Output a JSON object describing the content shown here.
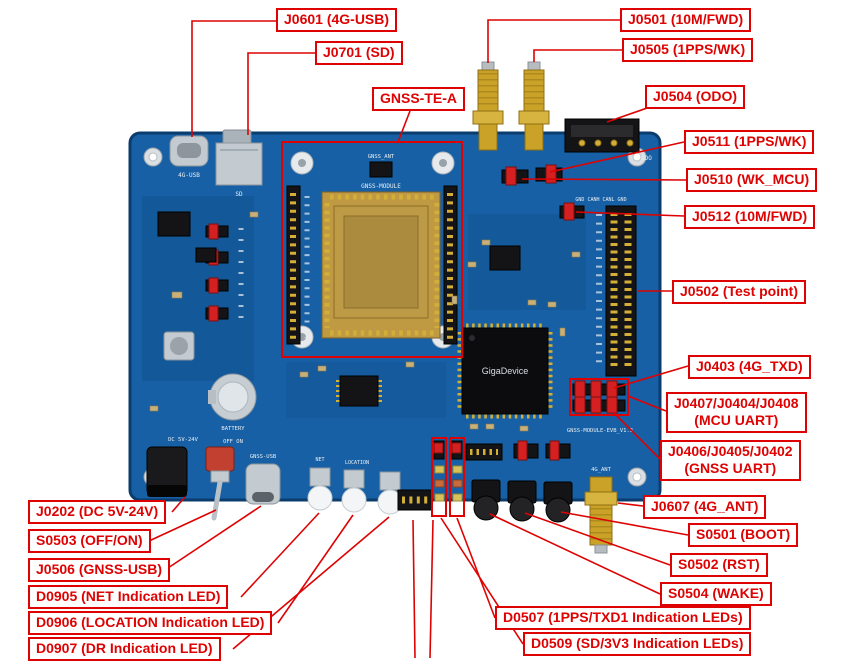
{
  "colors": {
    "accent-red": "#de0202",
    "pcb-blue": "#1760a5",
    "gold": "#c9a227",
    "silver": "#c3cbd1"
  },
  "labels": [
    {
      "id": "J0601",
      "text": "J0601 (4G-USB)"
    },
    {
      "id": "J0701",
      "text": "J0701 (SD)"
    },
    {
      "id": "GNSS-TE-A",
      "text": "GNSS-TE-A"
    },
    {
      "id": "J0501",
      "text": "J0501 (10M/FWD)"
    },
    {
      "id": "J0505",
      "text": "J0505 (1PPS/WK)"
    },
    {
      "id": "J0504",
      "text": "J0504 (ODO)"
    },
    {
      "id": "J0511",
      "text": "J0511 (1PPS/WK)"
    },
    {
      "id": "J0510",
      "text": "J0510 (WK_MCU)"
    },
    {
      "id": "J0512",
      "text": "J0512 (10M/FWD)"
    },
    {
      "id": "J0502",
      "text": "J0502 (Test point)"
    },
    {
      "id": "J0403",
      "text": "J0403 (4G_TXD)"
    },
    {
      "id": "J0407/J0404/J0408",
      "line1": "J0407/J0404/J0408",
      "line2": "(MCU UART)"
    },
    {
      "id": "J0406/J0405/J0402",
      "line1": "J0406/J0405/J0402",
      "line2": "(GNSS UART)"
    },
    {
      "id": "J0607",
      "text": "J0607 (4G_ANT)"
    },
    {
      "id": "S0501",
      "text": "S0501 (BOOT)"
    },
    {
      "id": "S0502",
      "text": "S0502 (RST)"
    },
    {
      "id": "S0504",
      "text": "S0504 (WAKE)"
    },
    {
      "id": "J0202",
      "text": "J0202 (DC 5V-24V)"
    },
    {
      "id": "S0503",
      "text": "S0503 (OFF/ON)"
    },
    {
      "id": "J0506",
      "text": "J0506 (GNSS-USB)"
    },
    {
      "id": "D0905",
      "text": "D0905 (NET Indication LED)"
    },
    {
      "id": "D0906",
      "text": "D0906 (LOCATION Indication LED)"
    },
    {
      "id": "D0907",
      "text": "D0907 (DR Indication LED)"
    },
    {
      "id": "D0507",
      "text": "D0507 (1PPS/TXD1 Indication LEDs)"
    },
    {
      "id": "D0509",
      "text": "D0509 (SD/3V3 Indication LEDs)"
    }
  ],
  "silkscreen": {
    "usb4g": "4G-USB",
    "sd": "SD",
    "gnss_ant": "GNSS_ANT",
    "gnss_module": "GNSS-MODULE",
    "mcu_brand": "GigaDevice",
    "odo": "ODO",
    "can_pins": "GND CANH CANL GND",
    "net": "NET",
    "location": "LOCATION",
    "gnss_usb": "GNSS-USB",
    "dc_range": "DC 5V-24V",
    "off_on": "OFF ON",
    "battery": "BATTERY",
    "board_name": "GNSS-MODULE-EVB_V1.3",
    "ant_4g": "4G_ANT"
  }
}
